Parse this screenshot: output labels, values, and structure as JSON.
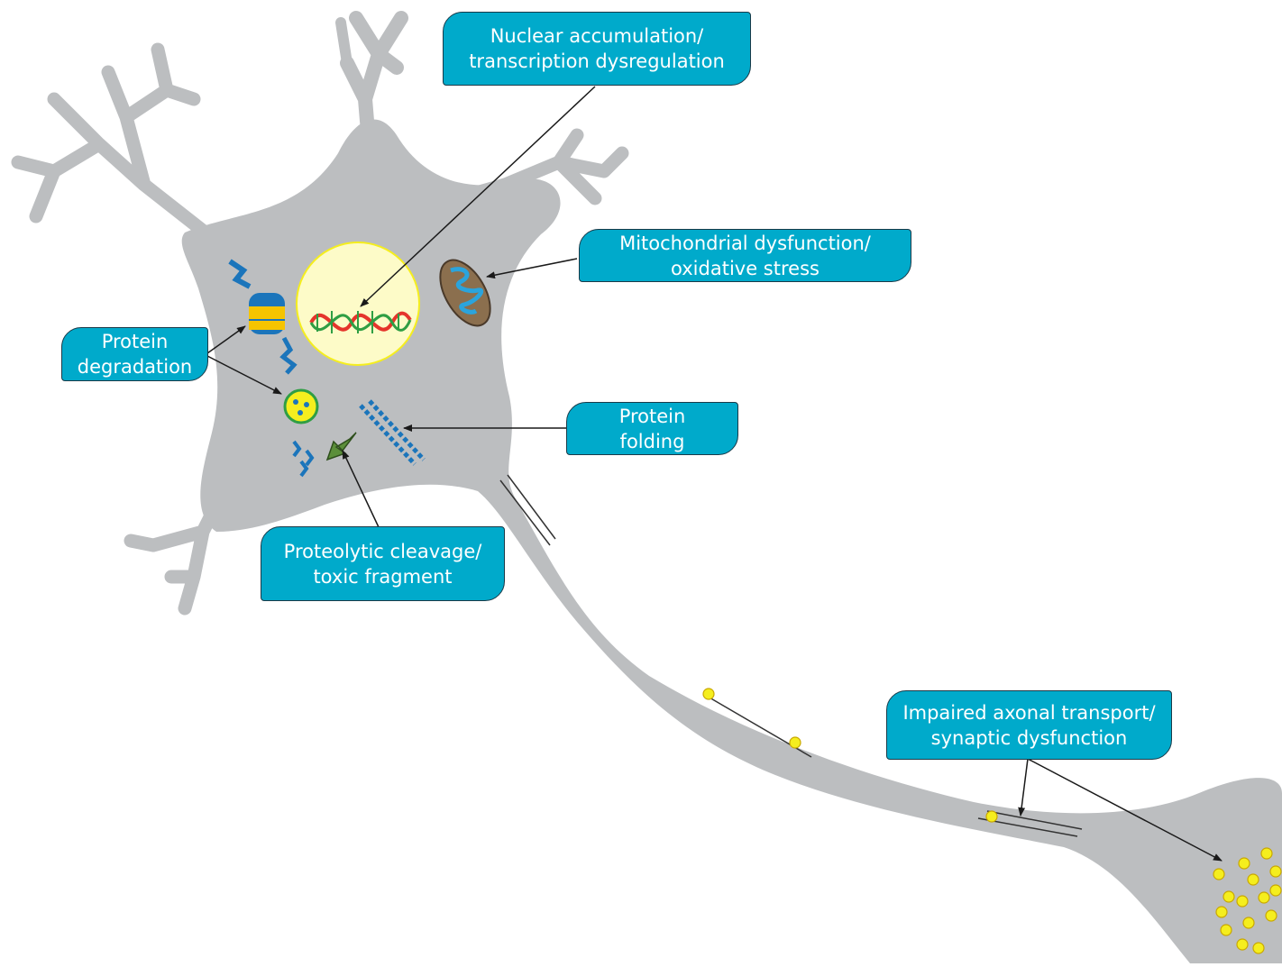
{
  "callouts": {
    "nuclear": {
      "line1": "Nuclear accumulation/",
      "line2": "transcription dysregulation"
    },
    "mito": {
      "line1": "Mitochondrial dysfunction/",
      "line2": "oxidative stress"
    },
    "degradation": {
      "line1": "Protein",
      "line2": "degradation"
    },
    "folding": {
      "line1": "Protein",
      "line2": "folding"
    },
    "cleavage": {
      "line1": "Proteolytic cleavage/",
      "line2": "toxic fragment"
    },
    "axonal": {
      "line1": "Impaired axonal transport/",
      "line2": "synaptic dysfunction"
    }
  },
  "colors": {
    "cell_body": "#bcbec0",
    "callout_fill": "#00aacb",
    "nucleus_fill": "#fdfbc8",
    "vesicle": "#f5ee1e",
    "protein_blue": "#1b75bb",
    "mitochondrion": "#8b6f4e",
    "arrow_green": "#5b8f3a",
    "dna_red": "#e5342b",
    "dna_green": "#2f9e44"
  },
  "icons": {
    "nucleus": "dna-double-helix",
    "mitochondrion": "mitochondrion",
    "proteasome": "proteasome",
    "lysosome": "lysosome-vesicle",
    "fibril": "protein-fibril",
    "fragment": "toxic-fragment",
    "vesicles": "synaptic-vesicle"
  }
}
